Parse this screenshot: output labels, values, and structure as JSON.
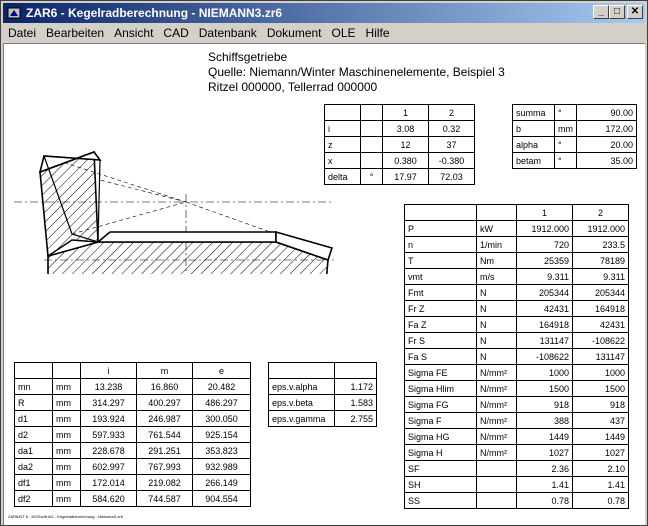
{
  "window": {
    "title": "ZAR6 - Kegelradberechnung  -  NIEMANN3.zr6",
    "minimize": "_",
    "maximize": "□",
    "close": "✕"
  },
  "menu": [
    "Datei",
    "Bearbeiten",
    "Ansicht",
    "CAD",
    "Datenbank",
    "Dokument",
    "OLE",
    "Hilfe"
  ],
  "header": {
    "line1": "Schiffsgetriebe",
    "line2": "Quelle: Niemann/Winter Maschinenelemente, Beispiel 3",
    "line3": "Ritzel 000000, Tellerrad 000000"
  },
  "table_basic": {
    "head": [
      "",
      "",
      "1",
      "2"
    ],
    "rows": [
      [
        "i",
        "",
        "3.08",
        "0.32"
      ],
      [
        "z",
        "",
        "12",
        "37"
      ],
      [
        "x",
        "",
        "0.380",
        "-0.380"
      ],
      [
        "delta",
        "°",
        "17.97",
        "72.03"
      ]
    ]
  },
  "table_summa": {
    "rows": [
      [
        "summa",
        "°",
        "90.00"
      ],
      [
        "b",
        "mm",
        "172.00"
      ],
      [
        "alpha",
        "°",
        "20.00"
      ],
      [
        "betam",
        "°",
        "35.00"
      ]
    ]
  },
  "table_forces": {
    "head": [
      "",
      "",
      "1",
      "2"
    ],
    "rows": [
      [
        "P",
        "kW",
        "1912.000",
        "1912.000"
      ],
      [
        "n",
        "1/min",
        "720",
        "233.5"
      ],
      [
        "T",
        "Nm",
        "25359",
        "78189"
      ],
      [
        "vmt",
        "m/s",
        "9.311",
        "9.311"
      ],
      [
        "Fmt",
        "N",
        "205344",
        "205344"
      ],
      [
        "Fr Z",
        "N",
        "42431",
        "164918"
      ],
      [
        "Fa Z",
        "N",
        "164918",
        "42431"
      ],
      [
        "Fr S",
        "N",
        "131147",
        "-108622"
      ],
      [
        "Fa S",
        "N",
        "-108622",
        "131147"
      ],
      [
        "Sigma FE",
        "N/mm²",
        "1000",
        "1000"
      ],
      [
        "Sigma Hlim",
        "N/mm²",
        "1500",
        "1500"
      ],
      [
        "Sigma FG",
        "N/mm²",
        "918",
        "918"
      ],
      [
        "Sigma F",
        "N/mm²",
        "388",
        "437"
      ],
      [
        "Sigma HG",
        "N/mm²",
        "1449",
        "1449"
      ],
      [
        "Sigma H",
        "N/mm²",
        "1027",
        "1027"
      ],
      [
        "SF",
        "",
        "2.36",
        "2.10"
      ],
      [
        "SH",
        "",
        "1.41",
        "1.41"
      ],
      [
        "SS",
        "",
        "0.78",
        "0.78"
      ]
    ]
  },
  "table_dims": {
    "head": [
      "",
      "",
      "i",
      "m",
      "e"
    ],
    "rows": [
      [
        "mn",
        "mm",
        "13.238",
        "16.860",
        "20.482"
      ],
      [
        "R",
        "mm",
        "314.297",
        "400.297",
        "486.297"
      ],
      [
        "d1",
        "mm",
        "193.924",
        "246.987",
        "300.050"
      ],
      [
        "d2",
        "mm",
        "597.933",
        "761.544",
        "925.154"
      ],
      [
        "da1",
        "mm",
        "228.678",
        "291.251",
        "353.823"
      ],
      [
        "da2",
        "mm",
        "602.997",
        "767.993",
        "932.989"
      ],
      [
        "df1",
        "mm",
        "172.014",
        "219.082",
        "266.149"
      ],
      [
        "df2",
        "mm",
        "584.620",
        "744.587",
        "904.554"
      ]
    ]
  },
  "table_eps": {
    "rows": [
      [
        "",
        ""
      ],
      [
        "eps.v.alpha",
        "1.172"
      ],
      [
        "eps.v.beta",
        "1.583"
      ],
      [
        "eps.v.gamma",
        "2.755"
      ]
    ]
  },
  "footer": "ZAR6/NT 6 - KISSsoft AG - Kegelradberechnung - Niemann3.zr6",
  "colors": {
    "titlebar_start": "#0a246a",
    "titlebar_end": "#a6caf0",
    "window_face": "#d4d0c8",
    "canvas": "#ffffff"
  }
}
